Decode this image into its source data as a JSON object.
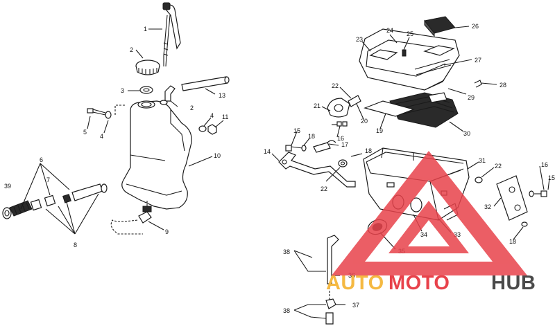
{
  "callouts": {
    "c1": "1",
    "c2a": "2",
    "c2b": "2",
    "c3": "3",
    "c4a": "4",
    "c4b": "4",
    "c5": "5",
    "c6": "6",
    "c7": "7",
    "c8": "8",
    "c9": "9",
    "c10": "10",
    "c11": "11",
    "c13": "13",
    "c14": "14",
    "c15a": "15",
    "c15b": "15",
    "c16a": "16",
    "c16b": "16",
    "c17": "17",
    "c18a": "18",
    "c18b": "18",
    "c18c": "18",
    "c19": "19",
    "c20": "20",
    "c21": "21",
    "c22a": "22",
    "c22b": "22",
    "c22c": "22",
    "c23": "23",
    "c24": "24",
    "c25": "25",
    "c26": "26",
    "c27": "27",
    "c28": "28",
    "c29": "29",
    "c30": "30",
    "c31": "31",
    "c32": "32",
    "c33": "33",
    "c34": "34",
    "c35": "35",
    "c36": "36",
    "c37": "37",
    "c38a": "38",
    "c38b": "38",
    "c39": "39"
  },
  "watermark": {
    "word_auto": "AUTO",
    "word_moto": "MOTO",
    "word_hub": "HUB",
    "colors": {
      "auto": "#f5b942",
      "moto": "#e8424b",
      "hub": "#4a4a4a",
      "triangle": "#e8424b"
    }
  }
}
